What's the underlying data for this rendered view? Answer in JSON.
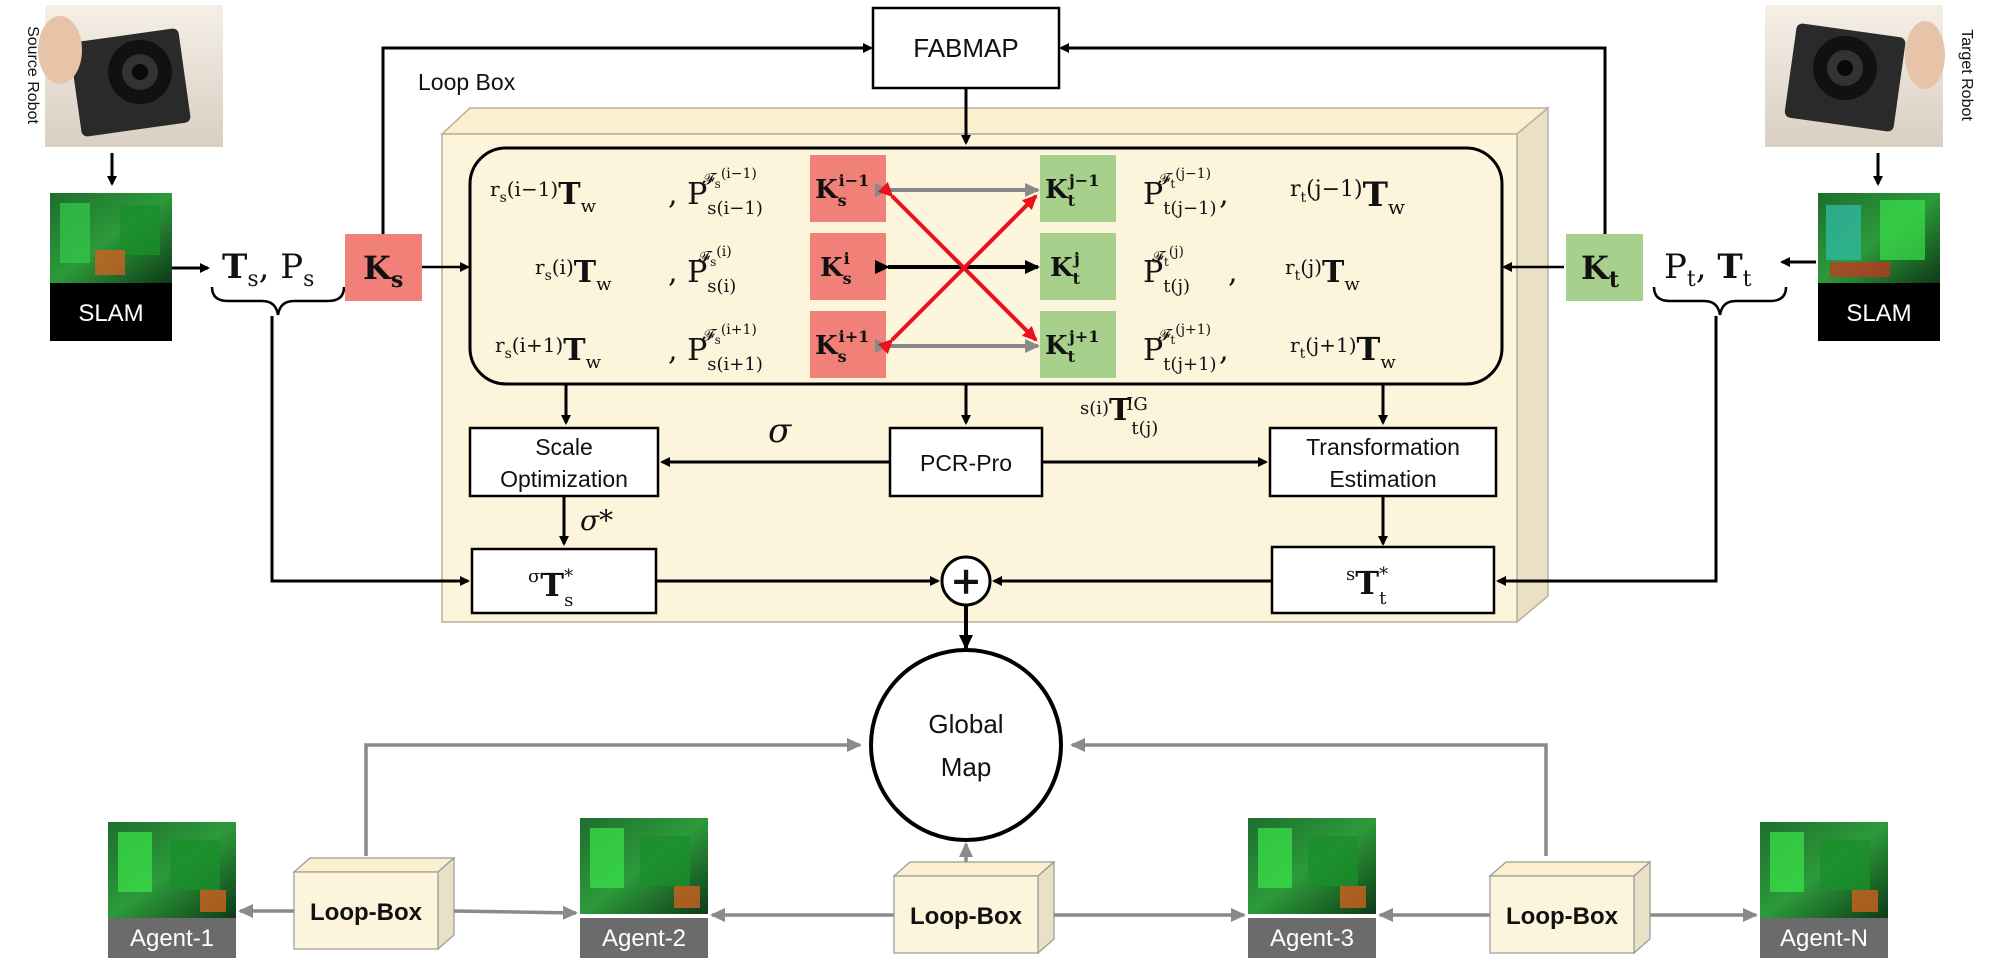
{
  "title_box": "FABMAP",
  "loop_box_title": "Loop Box",
  "source_robot": "Source Robot",
  "target_robot": "Target Robot",
  "slam_label": "SLAM",
  "source_pose_label": "T_s, P_s",
  "target_pose_label": "P_t, T_t",
  "source_keyframes": "K_s",
  "target_keyframes": "K_t",
  "keyframe_rows": [
    {
      "source_pose": "r_s(i-1) T_w",
      "source_cloud": "P^{F_s^(i-1)}_{s(i-1)}",
      "source_kf": "K_s^{i-1}",
      "target_kf": "K_t^{j-1}",
      "target_cloud": "P^{F_t^(j-1)}_{t(j-1)}",
      "target_pose": "r_t(j-1) T_w"
    },
    {
      "source_pose": "r_s(i) T_w",
      "source_cloud": "P^{F_s^(i)}_{s(i)}",
      "source_kf": "K_s^{i}",
      "target_kf": "K_t^{j}",
      "target_cloud": "P^{F_t^(j)}_{t(j)}",
      "target_pose": "r_t(j) T_w"
    },
    {
      "source_pose": "r_s(i+1) T_w",
      "source_cloud": "P^{F_s^(i+1)}_{s(i+1)}",
      "source_kf": "K_s^{i+1}",
      "target_kf": "K_t^{j+1}",
      "target_cloud": "P^{F_t^(j+1)}_{t(j+1)}",
      "target_pose": "r_t(j+1) T_w"
    }
  ],
  "scale_optimization": [
    "Scale",
    "Optimization"
  ],
  "pcr_pro": "PCR-Pro",
  "transformation_estimation": [
    "Transformation",
    "Estimation"
  ],
  "sigma_label": "σ",
  "sigma_star_label": "σ*",
  "initial_guess_label": "s(i) T^{IG}_{t(j)}",
  "scaled_source_transform": "σ T*_s",
  "target_transform": "s T*_t",
  "plus_symbol": "+",
  "global_map": [
    "Global",
    "Map"
  ],
  "loop_box_instances": [
    "Loop-Box",
    "Loop-Box",
    "Loop-Box"
  ],
  "agents": [
    "Agent-1",
    "Agent-2",
    "Agent-3",
    "Agent-N"
  ],
  "colors": {
    "source_red": "#f08078",
    "target_green": "#a8d08d",
    "loop_box_fill": "#fdf4dc",
    "loop_box_side": "#e9e0c6",
    "match_red": "#e8121c",
    "match_gray": "#888888",
    "agent_label_bg": "#6b6b6b"
  }
}
